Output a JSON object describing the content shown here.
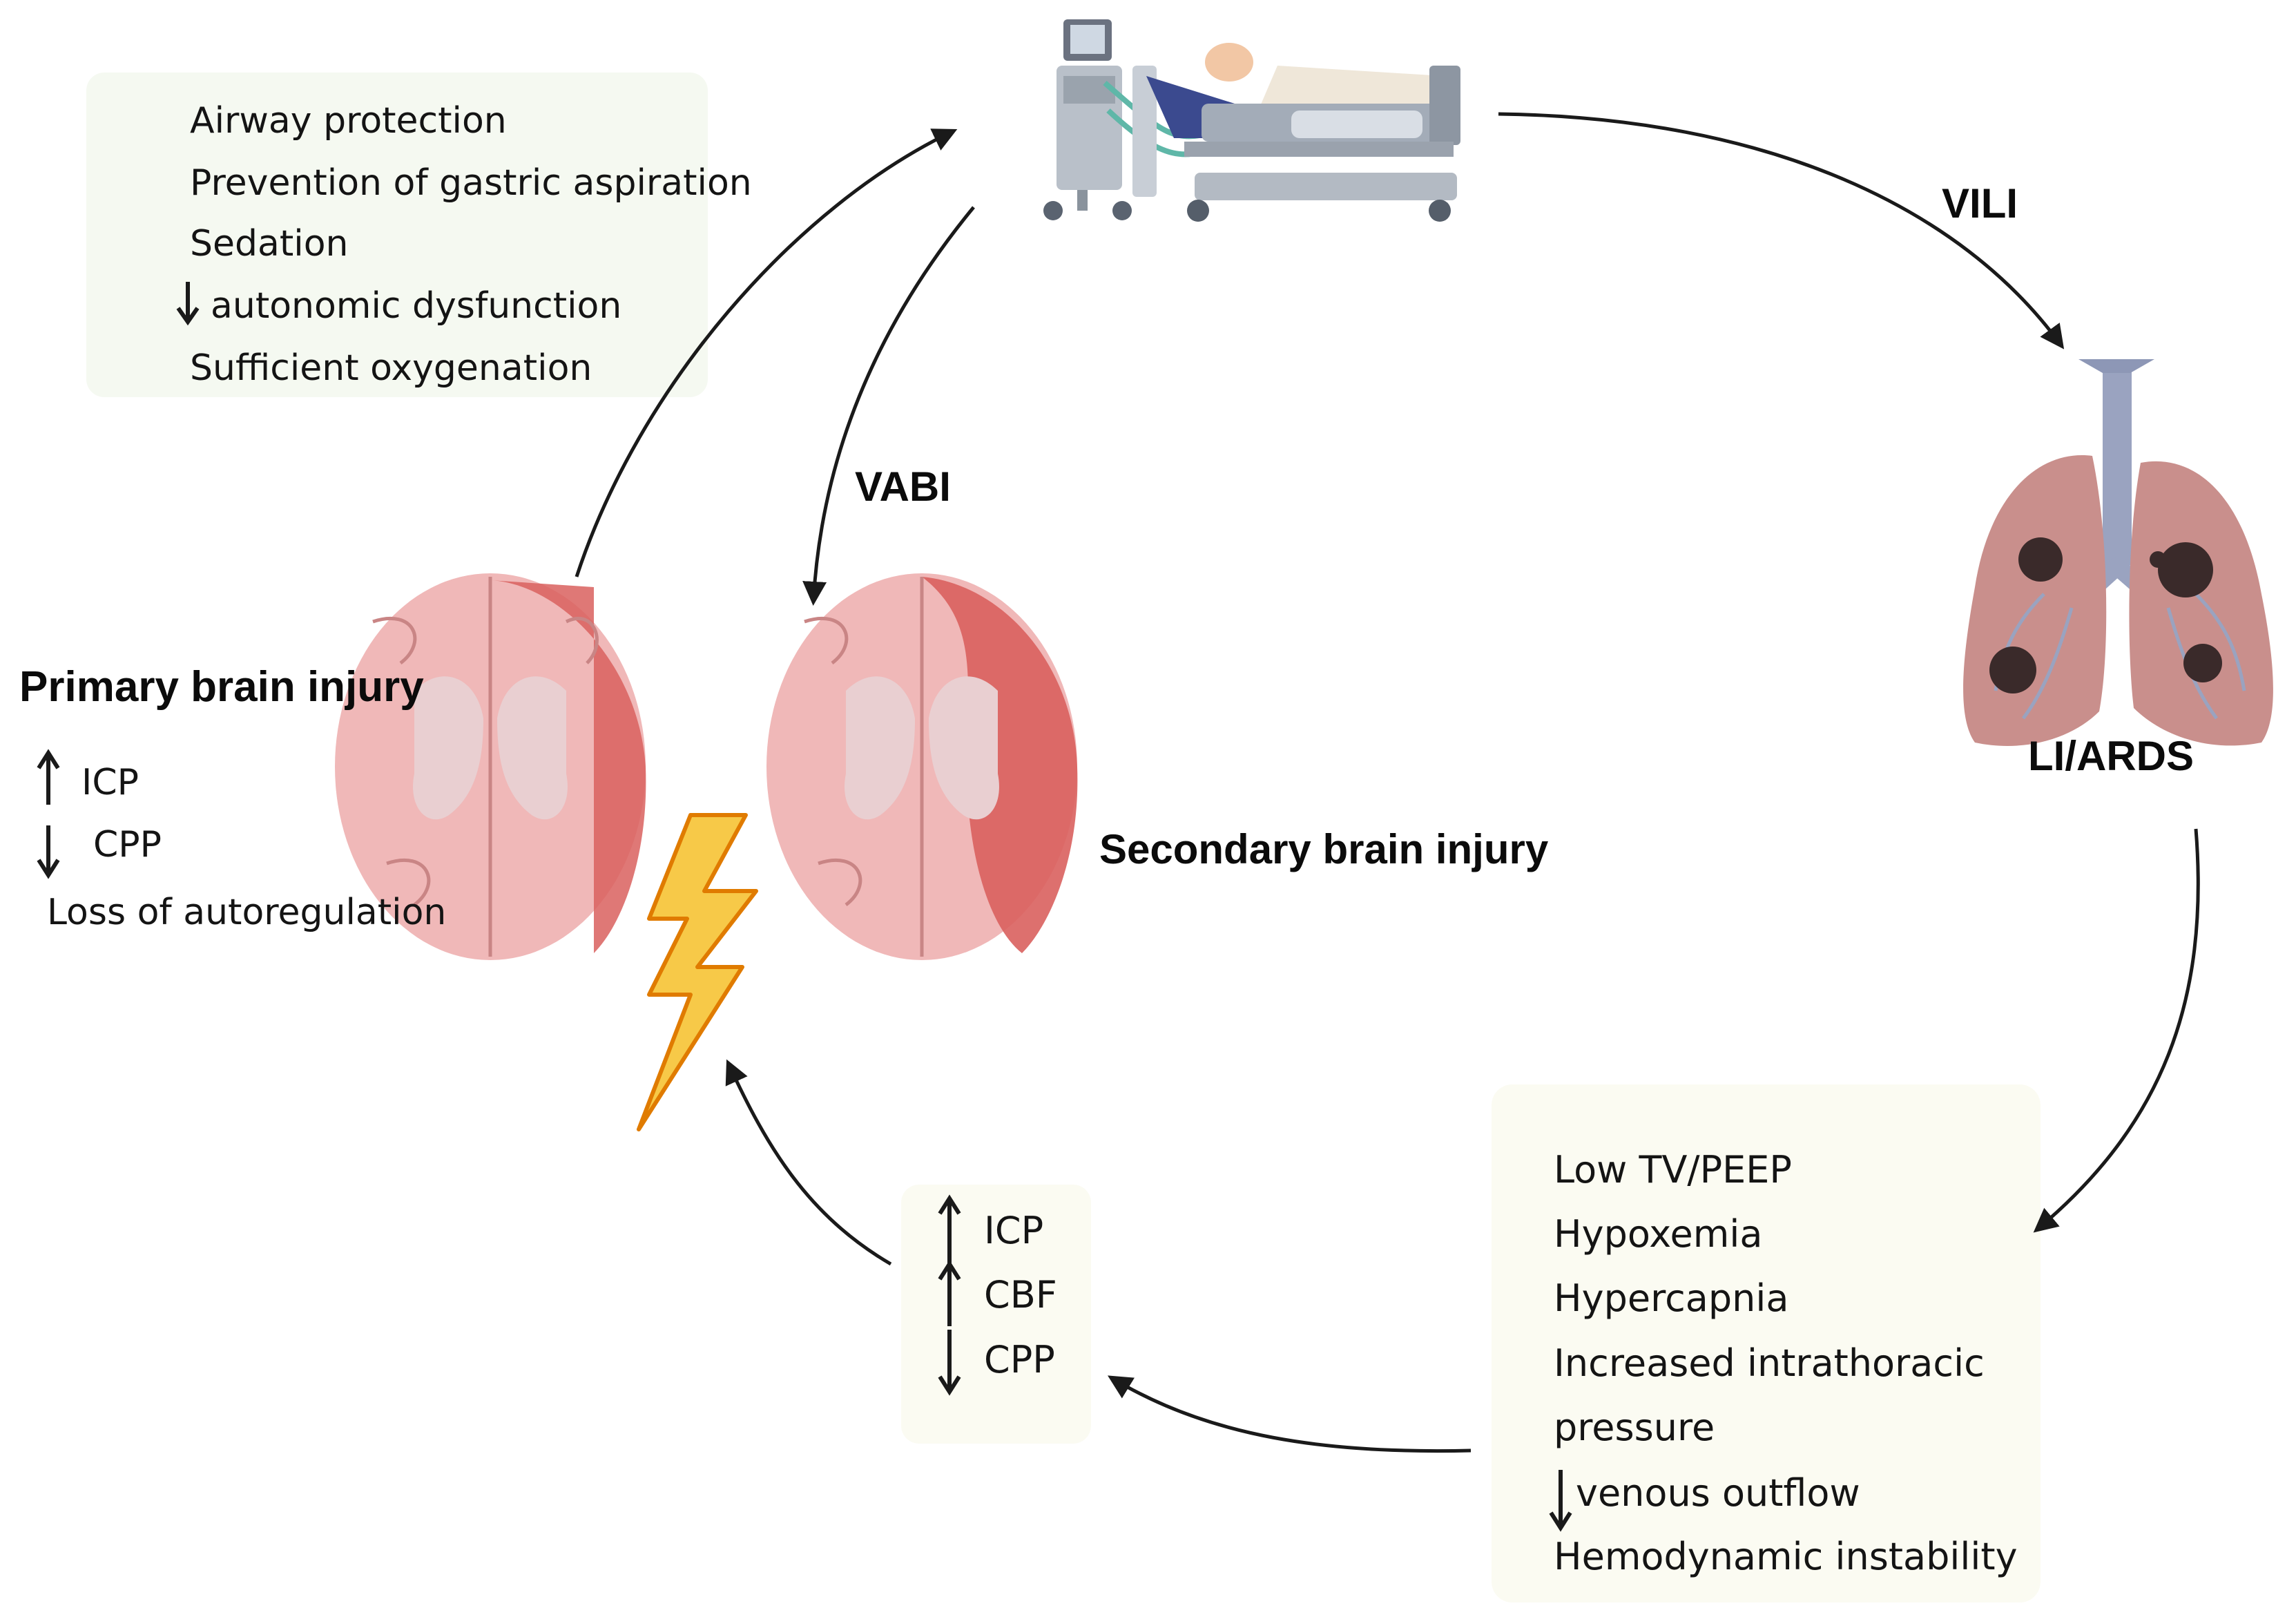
{
  "ventilation_benefits": [
    "Airway protection",
    "Prevention of gastric aspiration",
    "Sedation",
    "autonomic dysfunction",
    "Sufficient oxygenation"
  ],
  "vili_label": "VILI",
  "vabi_label": "VABI",
  "lung_label": "LI/ARDS",
  "primary": {
    "title": "Primary brain injury",
    "items": [
      "ICP",
      "CPP",
      "Loss of autoregulation"
    ]
  },
  "secondary_title": "Secondary brain injury",
  "lung_effects": [
    "Low TV/PEEP",
    "Hypoxemia",
    "Hypercapnia",
    "Increased intrathoracic",
    "pressure",
    "venous outflow",
    "Hemodynamic instability"
  ],
  "brain_effects": [
    "ICP",
    "CBF",
    "CPP"
  ],
  "colors": {
    "box_bg": "#fbfbf2",
    "box_bg_green": "#f5f9f1",
    "brain_tissue": "#f0b8b8",
    "brain_lesion": "#d9605e",
    "lightning_fill": "#f7c948",
    "lightning_stroke": "#e07b00",
    "lung": "#c98f8c",
    "trachea": "#9aa3c0"
  }
}
